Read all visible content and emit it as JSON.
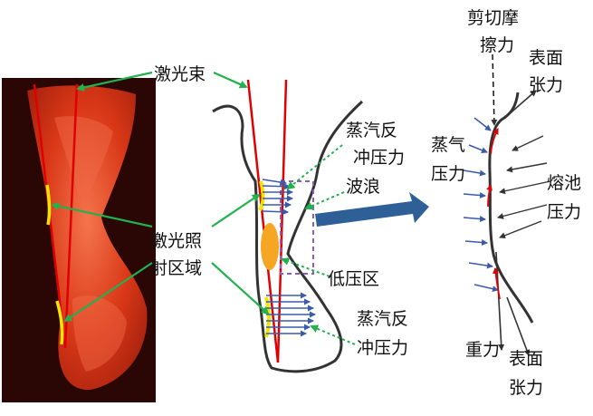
{
  "labels": {
    "laser_beam": "激光束",
    "irradiated_line1": "激光照",
    "irradiated_line2": "射区域",
    "vapor_recoil_top_line1": "蒸汽反",
    "vapor_recoil_top_line2": "冲压力",
    "wave": "波浪",
    "low_pressure": "低压区",
    "vapor_recoil_bottom_line1": "蒸汽反",
    "vapor_recoil_bottom_line2": "冲压力",
    "shear_line1": "剪切摩",
    "shear_line2": "擦力",
    "surface_tension_top_line1": "表面",
    "surface_tension_top_line2": "张力",
    "vapor_pressure_line1": "蒸气",
    "vapor_pressure_line2": "压力",
    "melt_pool_line1": "熔池",
    "melt_pool_line2": "压力",
    "gravity": "重力",
    "surface_tension_bottom_line1": "表面",
    "surface_tension_bottom_line2": "张力"
  },
  "colors": {
    "laser": "#e00000",
    "irradiated": "#f2e600",
    "leader": "#22b14c",
    "vapor_arrow": "#3a5ba8",
    "big_arrow": "#2e5f97",
    "dashed_box": "#8a5cc4",
    "melt_blob": "#f5a623"
  }
}
